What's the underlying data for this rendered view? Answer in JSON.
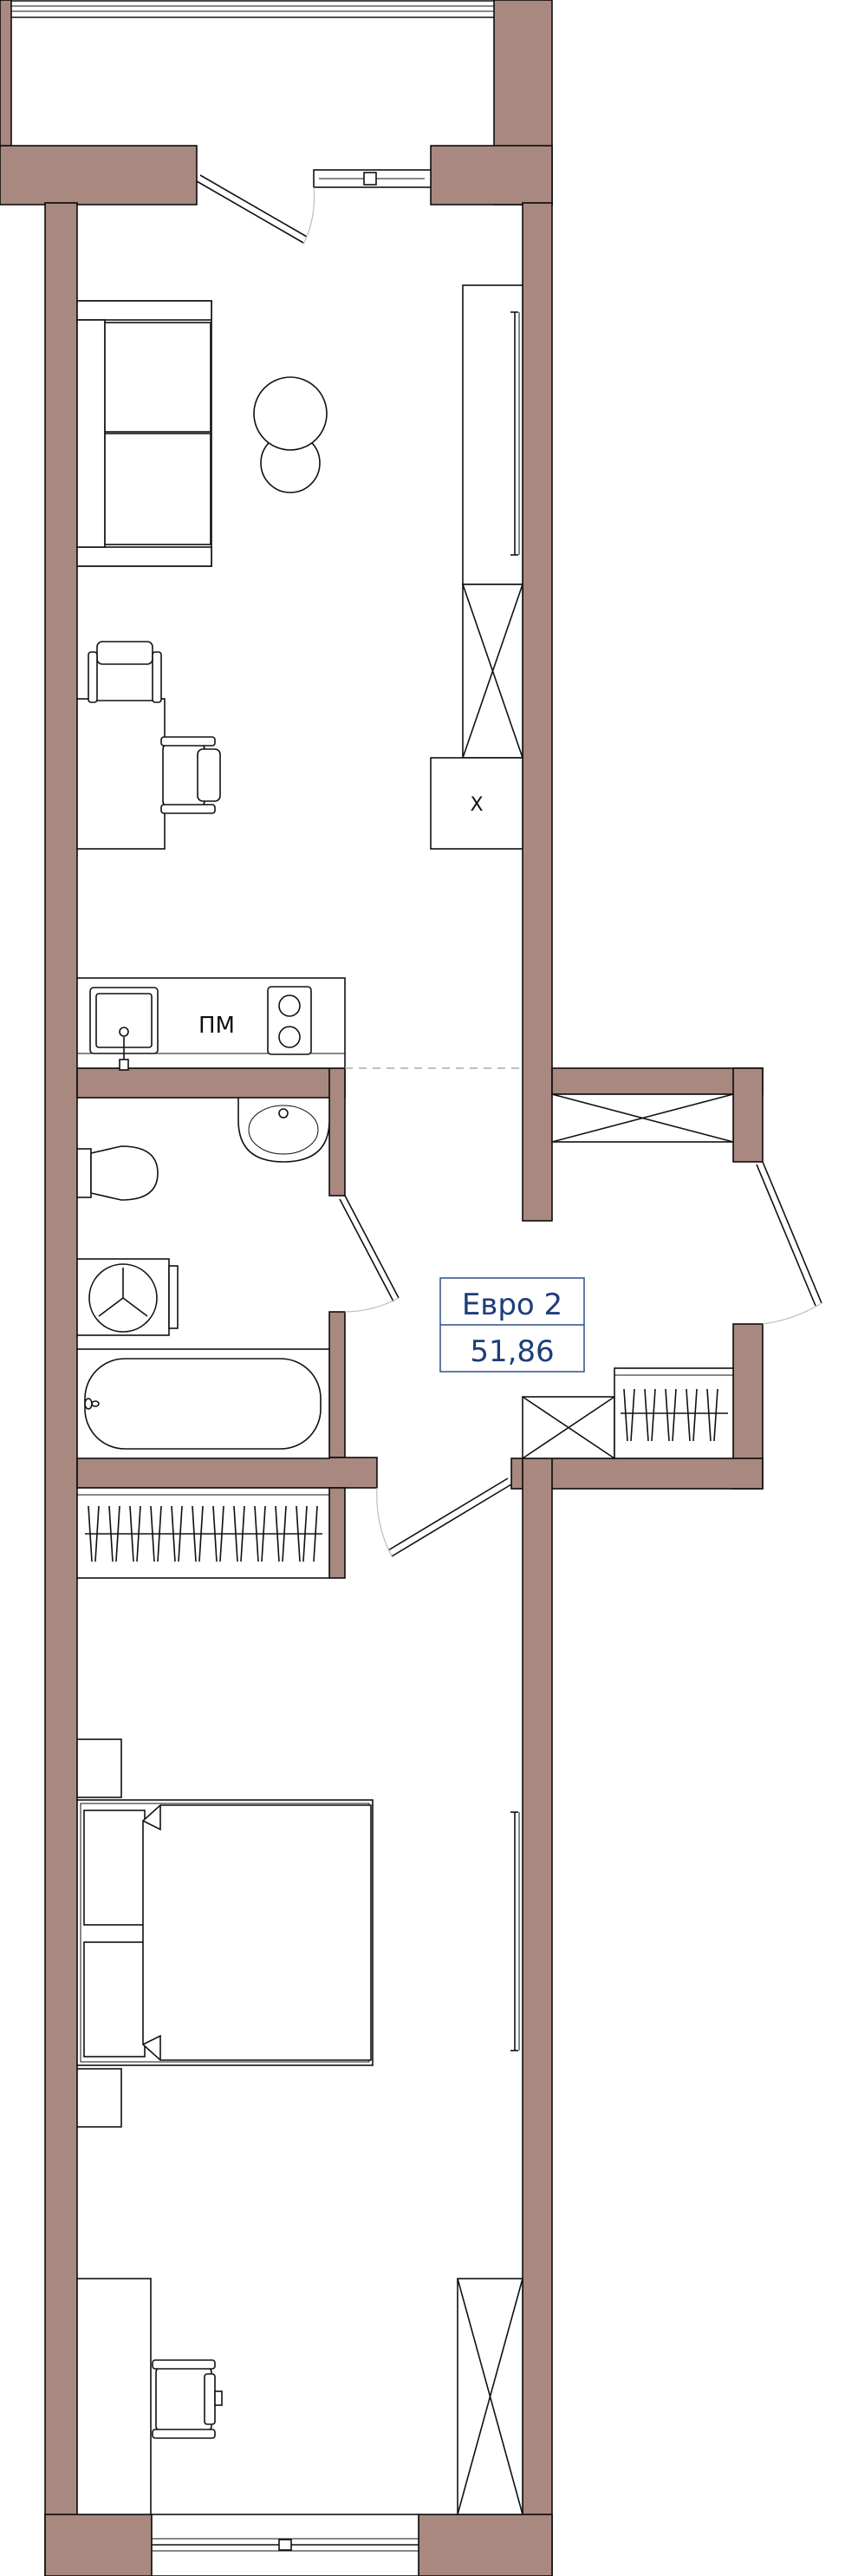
{
  "plan": {
    "name": "Евро 2",
    "area": "51,86",
    "kitchen_label": "ПМ",
    "fridge_label": "Х"
  },
  "colors": {
    "wall": "#a98880",
    "line": "#111111",
    "badge_border": "#2d4f8a",
    "badge_text": "#1f3d7a",
    "background": "#ffffff"
  }
}
